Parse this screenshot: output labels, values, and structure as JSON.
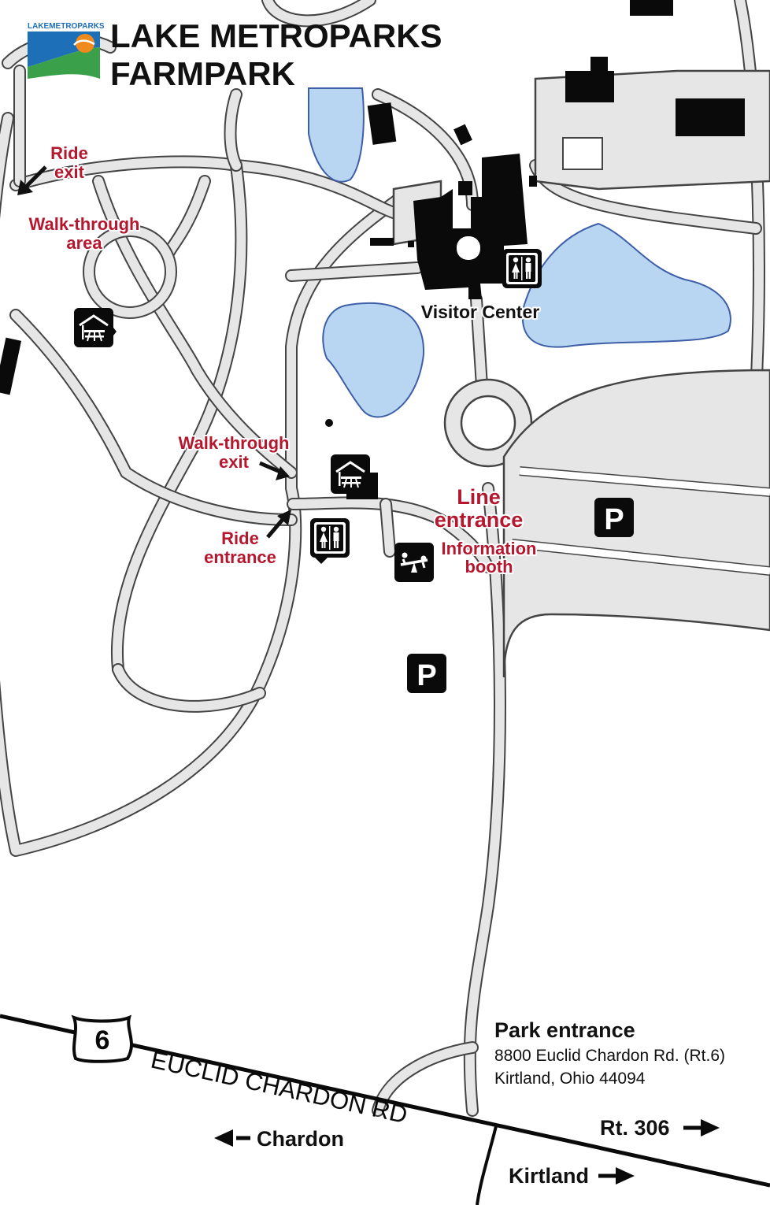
{
  "logo": {
    "text": "LAKEMETROPARKS",
    "colors": {
      "blue": "#1d6fb8",
      "green": "#3aa14a",
      "orange": "#f08a1d"
    }
  },
  "title": {
    "line1": "LAKE METROPARKS",
    "line2": "FARMPARK"
  },
  "labels": {
    "ride_exit": [
      "Ride",
      "exit"
    ],
    "walk_through_area": [
      "Walk-through",
      "area"
    ],
    "walk_through_exit": [
      "Walk-through",
      "exit"
    ],
    "ride_entrance": [
      "Ride",
      "entrance"
    ],
    "line_entrance": [
      "Line",
      "entrance"
    ],
    "information_booth": [
      "Information",
      "booth"
    ],
    "visitor_center": "Visitor Center"
  },
  "park_entrance": {
    "heading": "Park entrance",
    "line1": "8800 Euclid Chardon Rd. (Rt.6)",
    "line2": "Kirtland, Ohio 44094"
  },
  "roads": {
    "main_road": "EUCLID CHARDON RD",
    "route_shield": "6",
    "chardon": "Chardon",
    "rt306": "Rt. 306",
    "kirtland": "Kirtland"
  },
  "icons": {
    "parking": "P",
    "restroom": "restroom-icon",
    "picnic_shelter": "picnic-shelter-icon",
    "playground": "playground-icon"
  },
  "colors": {
    "label_red": "#b5172f",
    "lake_blue": "#b8d6f1",
    "path_gray": "#e6e6e6"
  }
}
